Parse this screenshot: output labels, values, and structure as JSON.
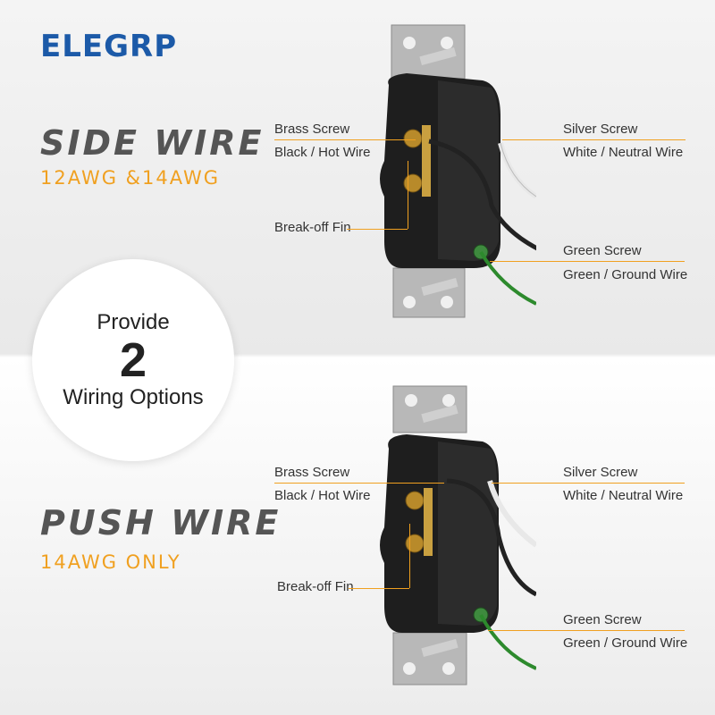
{
  "brand": {
    "name": "ELEGRP",
    "color": "#1c5aa8"
  },
  "side_wire": {
    "title": "SIDE WIRE",
    "gauge": "12AWG &14AWG"
  },
  "push_wire": {
    "title": "PUSH WIRE",
    "gauge": "14AWG ONLY"
  },
  "badge": {
    "line1": "Provide",
    "number": "2",
    "line3": "Wiring Options"
  },
  "labels_top": {
    "brass_screw": "Brass Screw",
    "black_hot_wire": "Black / Hot Wire",
    "break_off_fin": "Break-off Fin",
    "silver_screw": "Silver Screw",
    "white_neutral_wire": "White / Neutral Wire",
    "green_screw": "Green Screw",
    "green_ground_wire": "Green / Ground Wire"
  },
  "labels_bottom": {
    "brass_screw": "Brass Screw",
    "black_hot_wire": "Black / Hot Wire",
    "break_off_fin": "Break-off Fin",
    "silver_screw": "Silver Screw",
    "white_neutral_wire": "White / Neutral Wire",
    "green_screw": "Green Screw",
    "green_ground_wire": "Green / Ground Wire"
  },
  "colors": {
    "accent": "#f0a020",
    "title_gray": "#555555"
  },
  "icons": {
    "device": "duplex-receptacle-icon"
  }
}
